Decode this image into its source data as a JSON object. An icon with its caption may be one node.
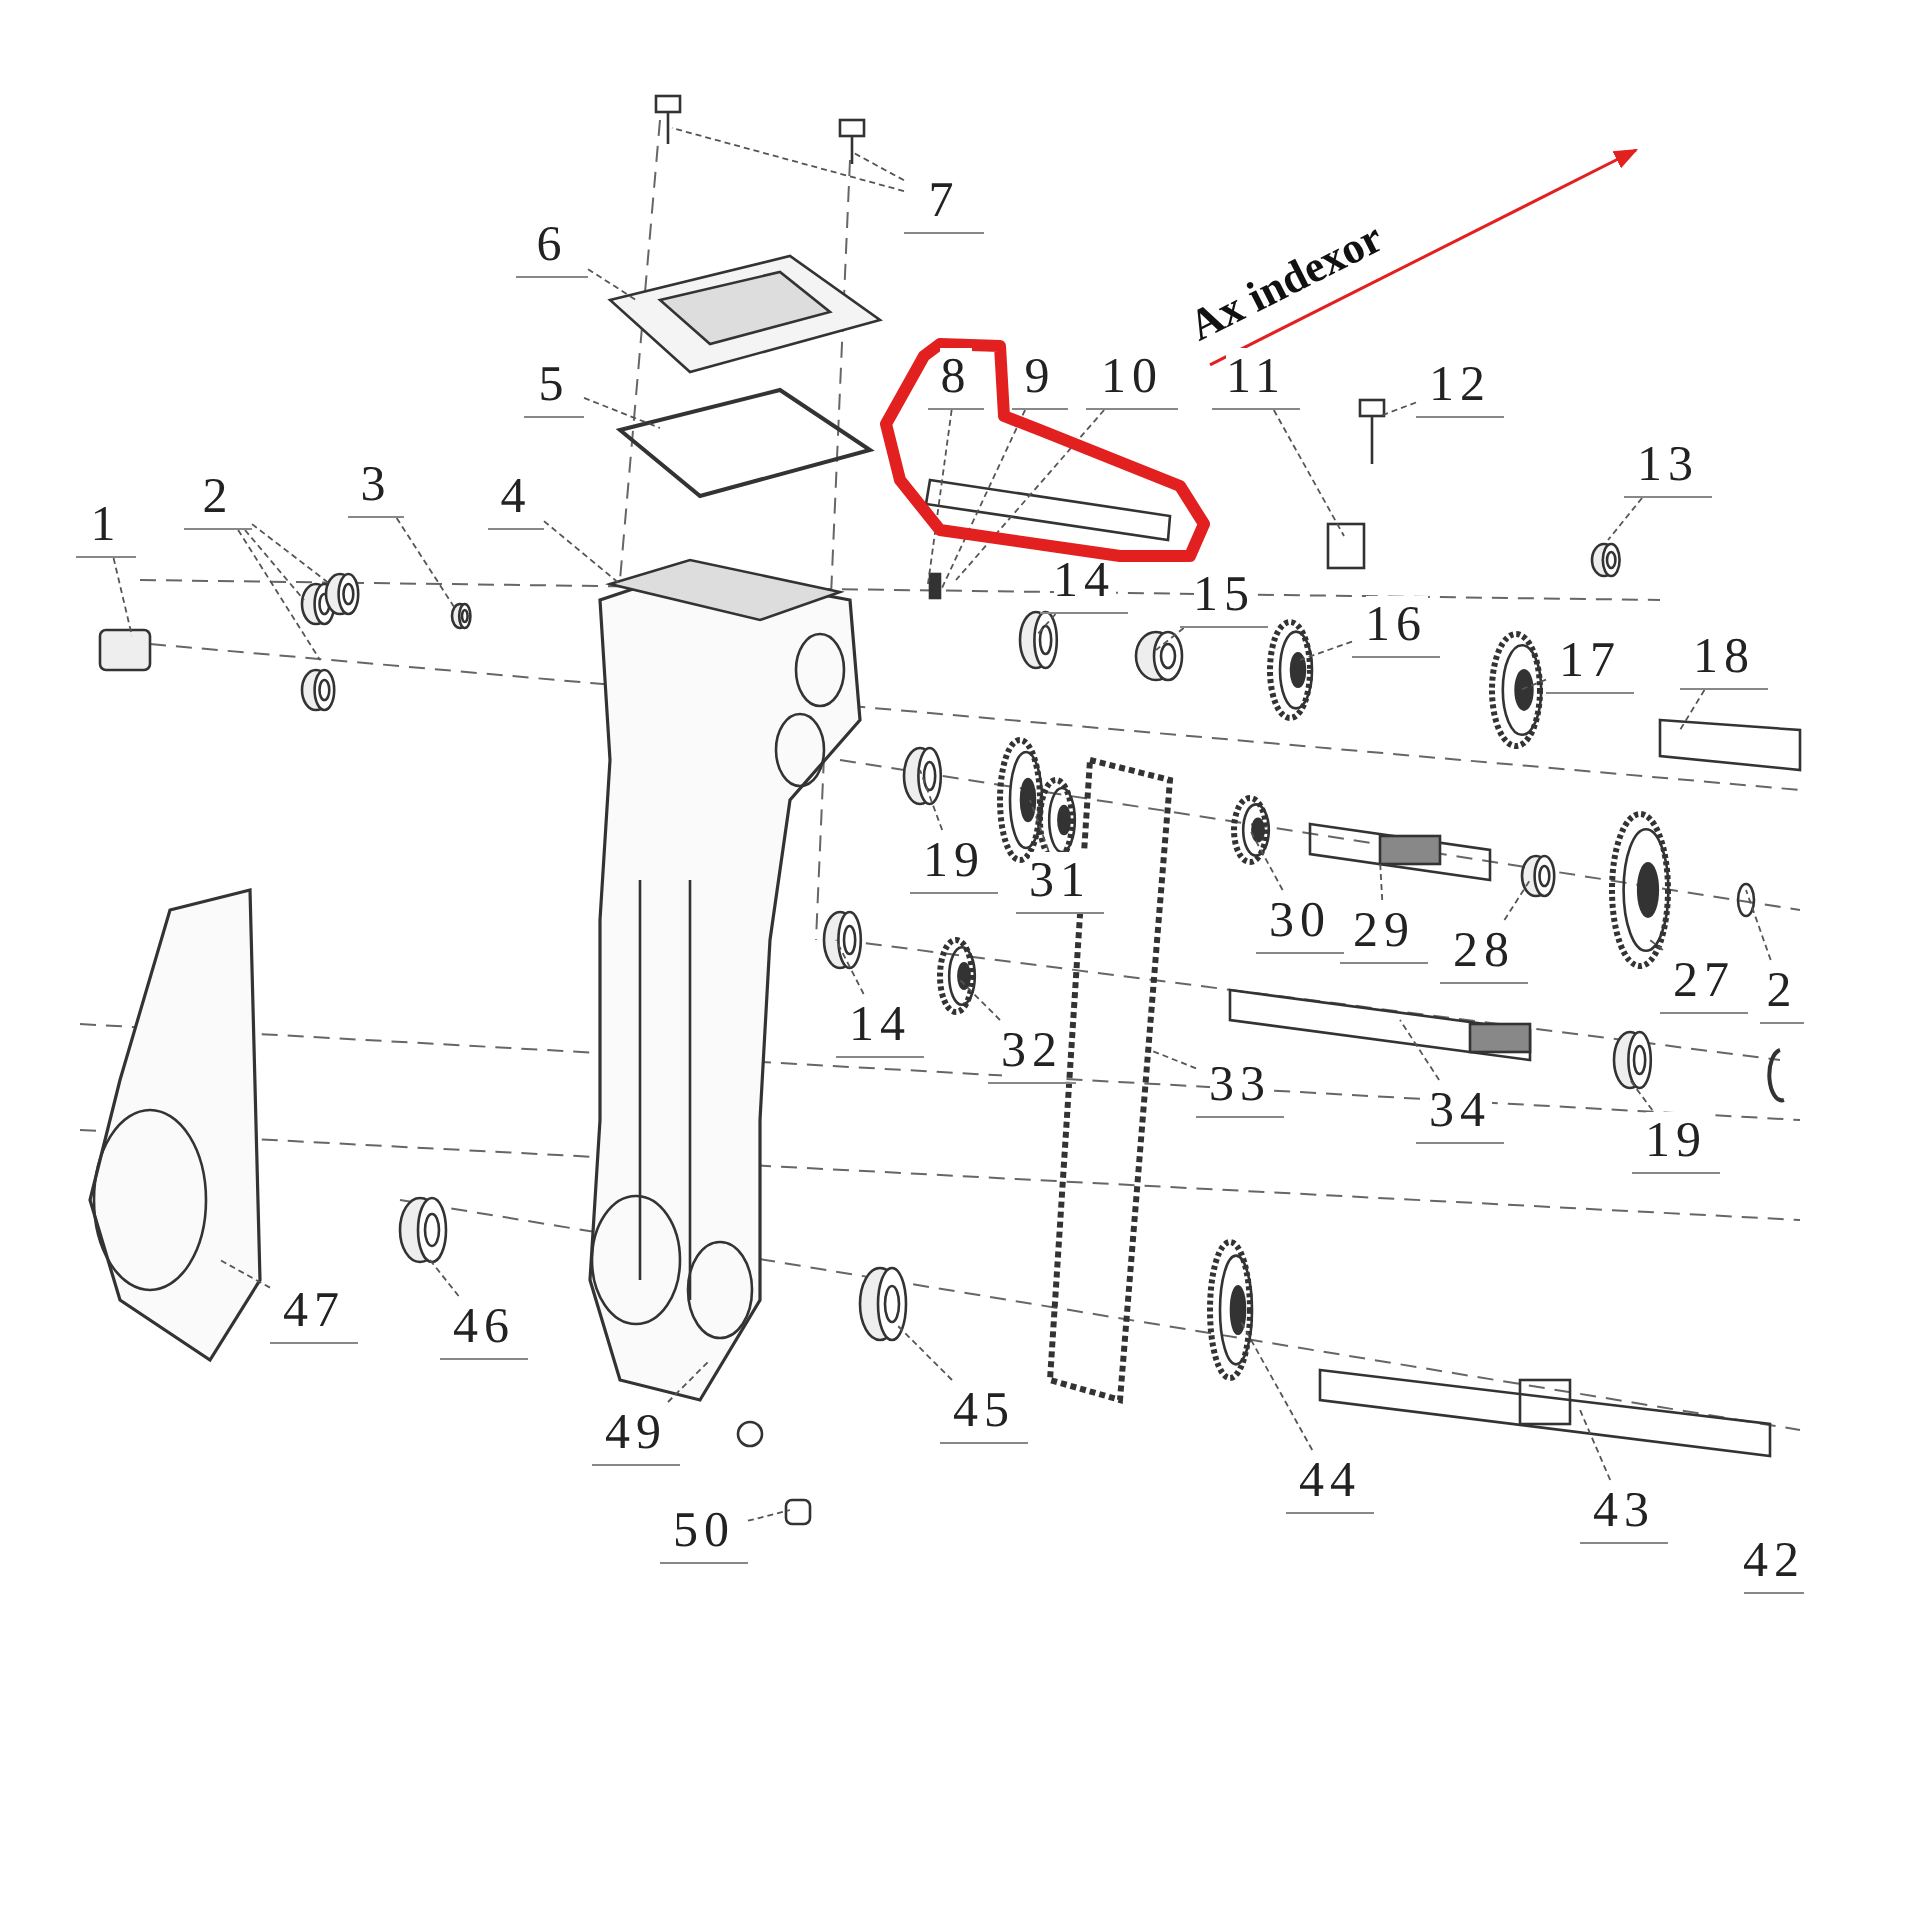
{
  "diagram": {
    "nodes": [
      {
        "text": [
          "7"
        ]
      },
      {
        "text": [
          "6"
        ]
      },
      {
        "text": [
          "12"
        ]
      },
      {
        "text": [
          "8"
        ],
        "in": 38
      },
      {
        "text": [
          "9"
        ]
      },
      {
        "text": [
          "10"
        ]
      },
      {
        "text": [
          "11"
        ]
      },
      {
        "text": [
          "5"
        ]
      },
      {
        "text": [
          "13"
        ]
      },
      {
        "text": [
          "1"
        ]
      },
      {
        "text": [
          "2"
        ]
      },
      {
        "text": [
          "3"
        ]
      },
      {
        "text": [
          "4"
        ]
      },
      {
        "text": [
          "14"
        ]
      },
      {
        "text": [
          "15"
        ]
      },
      {
        "text": [
          "16"
        ]
      },
      {
        "text": [
          "17"
        ]
      },
      {
        "text": [
          "18"
        ]
      },
      {
        "text": [
          "19"
        ]
      },
      {
        "text": [
          "31"
        ]
      },
      {
        "text": [
          "30"
        ]
      },
      {
        "text": [
          "29"
        ]
      },
      {
        "text": [
          "28"
        ]
      },
      {
        "text": [
          "27"
        ]
      },
      {
        "text": [
          "2"
        ]
      },
      {
        "text": [
          "14"
        ]
      },
      {
        "text": [
          "32"
        ]
      },
      {
        "text": [
          "33"
        ]
      },
      {
        "text": [
          "34"
        ]
      },
      {
        "text": [
          "19"
        ]
      },
      {
        "text": [
          "47"
        ]
      },
      {
        "text": [
          "46"
        ]
      },
      {
        "text": [
          "45"
        ]
      },
      {
        "text": [
          "49"
        ]
      },
      {
        "text": [
          "44"
        ]
      },
      {
        "text": [
          "43"
        ]
      },
      {
        "text": [
          "50"
        ]
      },
      {
        "text": [
          "42"
        ]
      },
      {
        "text": [],
        "shape": "cloud"
      }
    ],
    "edges": [
      {
        "from": 0,
        "to": null,
        "arrow": "none",
        "style": "dashed"
      },
      {
        "from": 0,
        "to": null,
        "arrow": "none",
        "style": "dashed"
      },
      {
        "from": 1,
        "to": null,
        "arrow": "none",
        "style": "dashed"
      },
      {
        "from": 2,
        "to": null,
        "arrow": "none",
        "style": "dashed"
      },
      {
        "from": 3,
        "to": null,
        "arrow": "none",
        "style": "dashed"
      },
      {
        "from": 4,
        "to": null,
        "arrow": "none",
        "style": "dashed"
      },
      {
        "from": 5,
        "to": null,
        "arrow": "none",
        "style": "dashed"
      },
      {
        "from": 6,
        "to": null,
        "arrow": "none",
        "style": "dashed"
      },
      {
        "from": 7,
        "to": null,
        "arrow": "none",
        "style": "dashed"
      },
      {
        "from": 8,
        "to": null,
        "arrow": "none",
        "style": "dashed"
      },
      {
        "from": 9,
        "to": null,
        "arrow": "none",
        "style": "dashed"
      },
      {
        "from": 10,
        "to": null,
        "arrow": "none",
        "style": "dashed"
      },
      {
        "from": 10,
        "to": null,
        "arrow": "none",
        "style": "dashed"
      },
      {
        "from": 10,
        "to": null,
        "arrow": "none",
        "style": "dashed"
      },
      {
        "from": 11,
        "to": null,
        "arrow": "none",
        "style": "dashed"
      },
      {
        "from": 12,
        "to": null,
        "arrow": "none",
        "style": "dashed"
      },
      {
        "from": 13,
        "to": null,
        "arrow": "none",
        "style": "dashed"
      },
      {
        "from": 14,
        "to": null,
        "arrow": "none",
        "style": "dashed"
      },
      {
        "from": 15,
        "to": null,
        "arrow": "none",
        "style": "dashed"
      },
      {
        "from": 16,
        "to": null,
        "arrow": "none",
        "style": "dashed"
      },
      {
        "from": 17,
        "to": null,
        "arrow": "none",
        "style": "dashed"
      },
      {
        "from": 18,
        "to": null,
        "arrow": "none",
        "style": "dashed"
      },
      {
        "from": 19,
        "to": null,
        "arrow": "none",
        "style": "dashed"
      },
      {
        "from": 20,
        "to": null,
        "arrow": "none",
        "style": "dashed"
      },
      {
        "from": 21,
        "to": null,
        "arrow": "none",
        "style": "dashed"
      },
      {
        "from": 22,
        "to": null,
        "arrow": "none",
        "style": "dashed"
      },
      {
        "from": 23,
        "to": null,
        "arrow": "none",
        "style": "dashed"
      },
      {
        "from": 24,
        "to": null,
        "arrow": "none",
        "style": "dashed"
      },
      {
        "from": 25,
        "to": null,
        "arrow": "none",
        "style": "dashed"
      },
      {
        "from": 26,
        "to": null,
        "arrow": "none",
        "style": "dashed"
      },
      {
        "from": 27,
        "to": null,
        "arrow": "none",
        "style": "dashed"
      },
      {
        "from": 28,
        "to": null,
        "arrow": "none",
        "style": "dashed"
      },
      {
        "from": 29,
        "to": null,
        "arrow": "none",
        "style": "dashed"
      },
      {
        "from": 30,
        "to": null,
        "arrow": "none",
        "style": "dashed"
      },
      {
        "from": 31,
        "to": null,
        "arrow": "none",
        "style": "dashed"
      },
      {
        "from": 32,
        "to": null,
        "arrow": "none",
        "style": "dashed"
      },
      {
        "from": 33,
        "to": null,
        "arrow": "none",
        "style": "dashed"
      },
      {
        "from": 34,
        "to": null,
        "arrow": "none",
        "style": "dashed"
      },
      {
        "from": 35,
        "to": null,
        "arrow": "none",
        "style": "dashed"
      },
      {
        "from": 36,
        "to": null,
        "arrow": "none",
        "style": "dashed"
      },
      {
        "from": 38,
        "to": null,
        "arrow": "to",
        "label": "Ax indexor",
        "color": "#e32020"
      }
    ]
  }
}
